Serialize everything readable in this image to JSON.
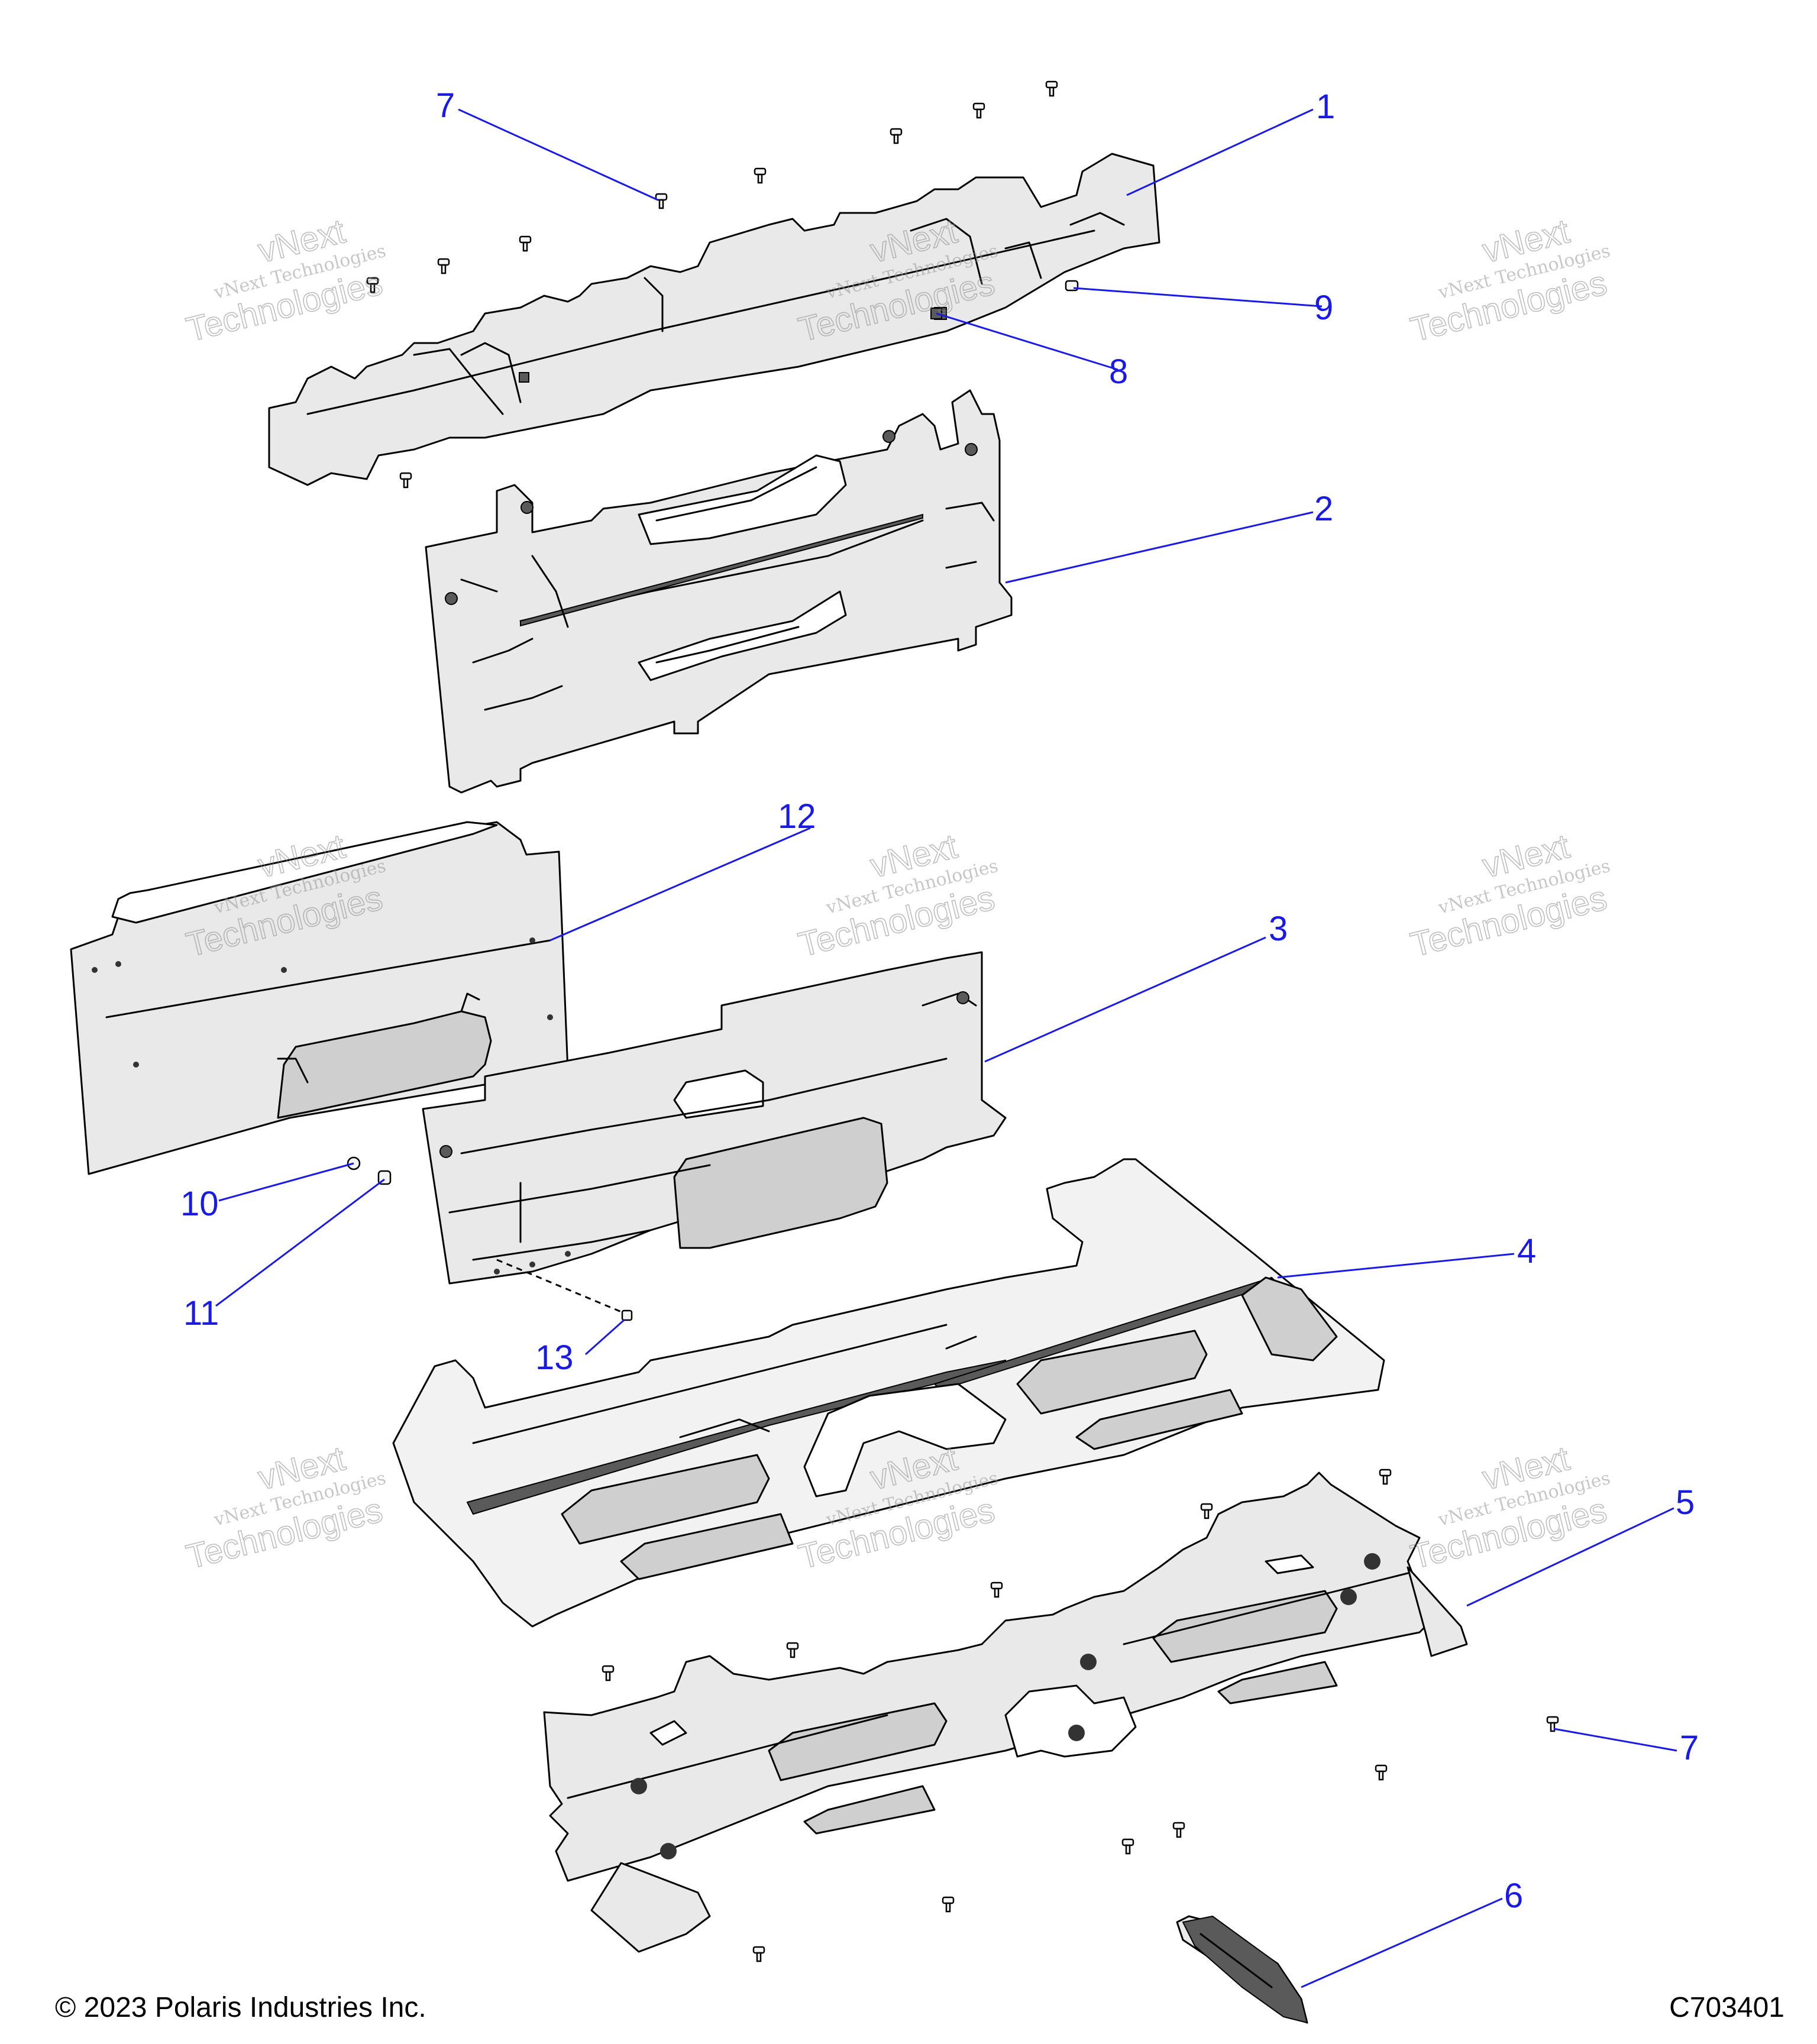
{
  "footer": {
    "copyright": "© 2023 Polaris Industries Inc.",
    "figure_id": "C703401"
  },
  "callouts": [
    "1",
    "2",
    "3",
    "4",
    "5",
    "6",
    "7",
    "7",
    "8",
    "9",
    "10",
    "11",
    "12",
    "13"
  ],
  "watermark": {
    "line1": "vNext Technologies",
    "line2": "vNext",
    "line3": "Technologies"
  }
}
